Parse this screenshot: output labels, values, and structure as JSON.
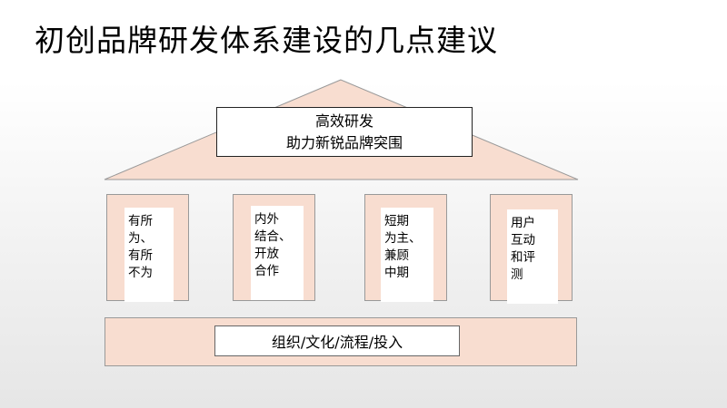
{
  "title": "初创品牌研发体系建设的几点建议",
  "roof": {
    "line1": "高效研发",
    "line2": "助力新锐品牌突围"
  },
  "pillars": [
    {
      "lines": [
        "有所",
        "为、",
        "有所",
        "不为"
      ]
    },
    {
      "lines": [
        "内外",
        "结合、",
        "开放",
        "合作"
      ]
    },
    {
      "lines": [
        "短期",
        "为主、",
        "兼顾",
        "中期"
      ]
    },
    {
      "lines": [
        "用户",
        "互动",
        "和评",
        "测"
      ]
    }
  ],
  "base": {
    "label": "组织/文化/流程/投入"
  },
  "colors": {
    "pillar_fill": "#f8ddd0",
    "roof_fill": "#f8ddd0",
    "border": "#999999"
  }
}
